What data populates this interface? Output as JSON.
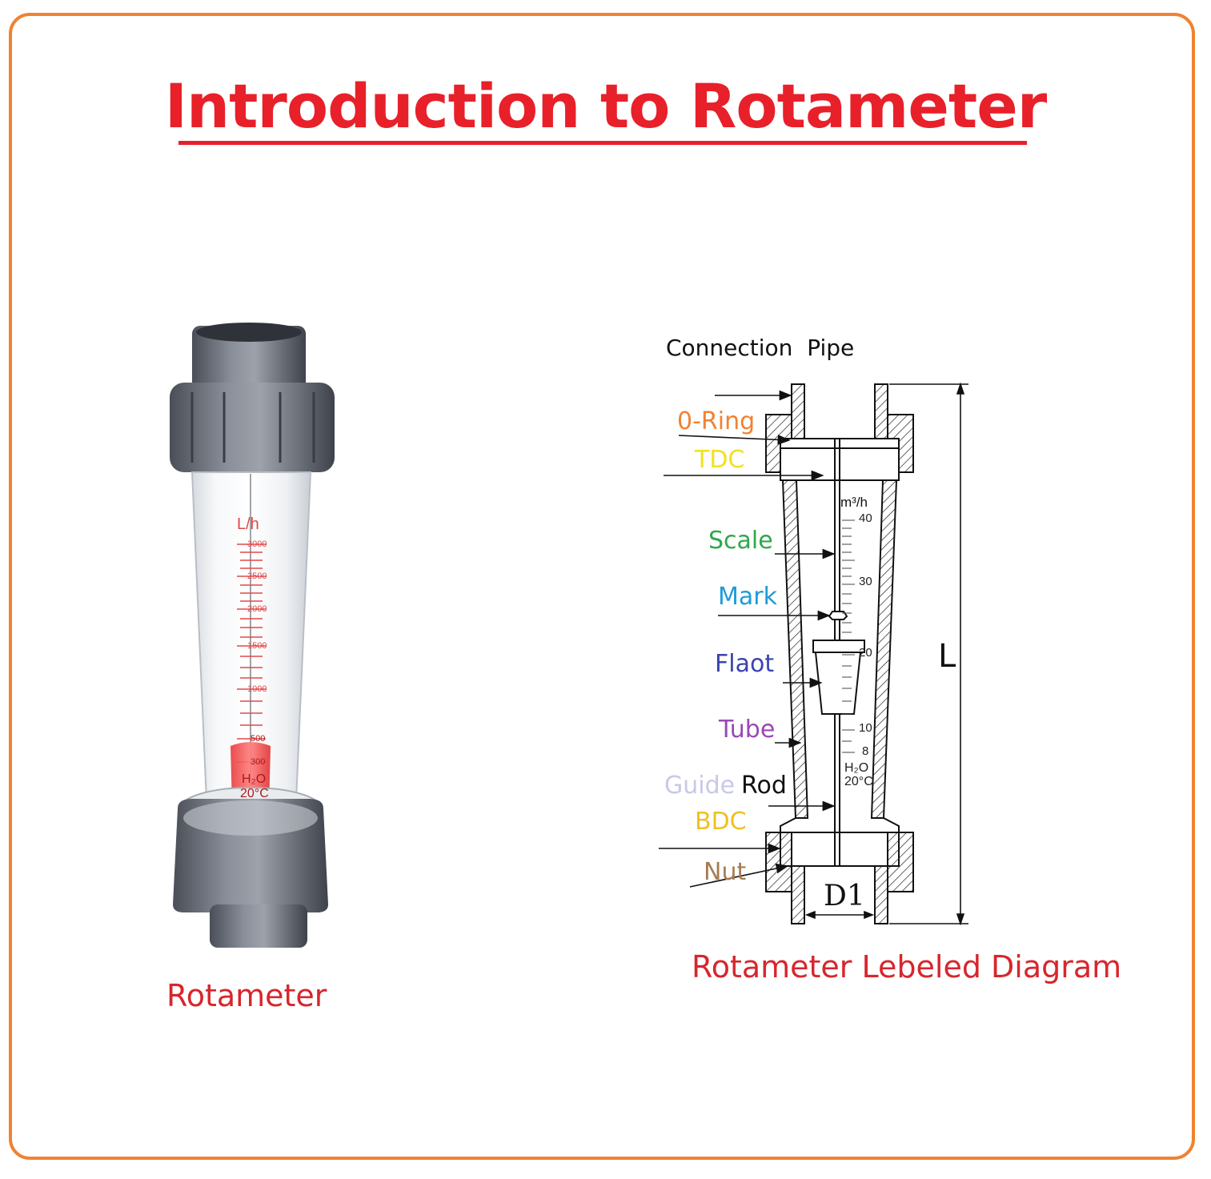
{
  "title": "Introduction to Rotameter",
  "photo": {
    "caption": "Rotameter",
    "unit_label": "L/h",
    "scale_values": [
      "3000",
      "2500",
      "2000",
      "1500",
      "1000",
      "500",
      "300"
    ],
    "fluid_label": "H₂O",
    "temp_label": "20°C"
  },
  "diagram": {
    "caption": "Rotameter Lebeled Diagram",
    "top_label": "Connection  Pipe",
    "labels": {
      "oring": "0-Ring",
      "tdc": "TDC",
      "scale": "Scale",
      "mark": "Mark",
      "float": "Flaot",
      "tube": "Tube",
      "guide": "Guide",
      "rod": "Rod",
      "bdc": "BDC",
      "nut": "Nut"
    },
    "unit_label": "m³/h",
    "scale_values": [
      "40",
      "30",
      "20",
      "10",
      "8"
    ],
    "fluid_label": "H₂O",
    "temp_label": "20°C",
    "dim_d1": "D1",
    "dim_l": "L"
  },
  "colors": {
    "frame": "#F08232",
    "title": "#E8202A",
    "oring": "#F08232",
    "tdc": "#F2E21A",
    "scale": "#2EA84A",
    "mark": "#1E9BD7",
    "float": "#3A44B0",
    "tube": "#9A48B4",
    "guide": "#C8C8E8",
    "bdc": "#F0C020",
    "nut": "#A67C52"
  }
}
